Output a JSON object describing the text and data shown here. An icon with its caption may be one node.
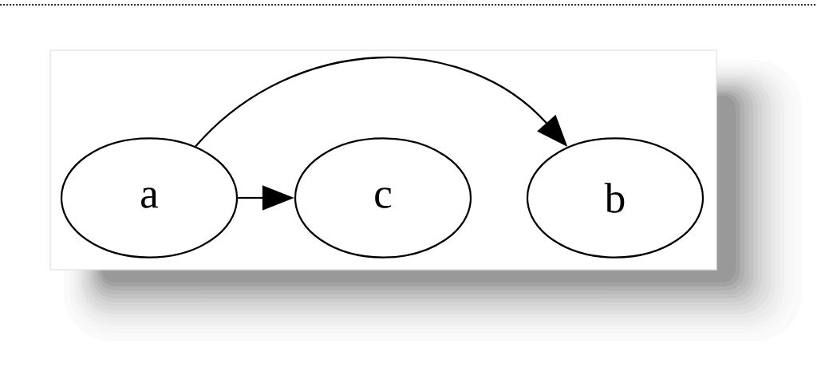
{
  "diagram": {
    "nodes": [
      {
        "text": [
          "a"
        ]
      },
      {
        "text": [
          "c"
        ]
      },
      {
        "text": [
          "b"
        ]
      }
    ],
    "edges": [
      {
        "from": 0,
        "to": 1,
        "arrow": "to"
      },
      {
        "from": 0,
        "to": 2,
        "arrow": "to"
      }
    ]
  }
}
